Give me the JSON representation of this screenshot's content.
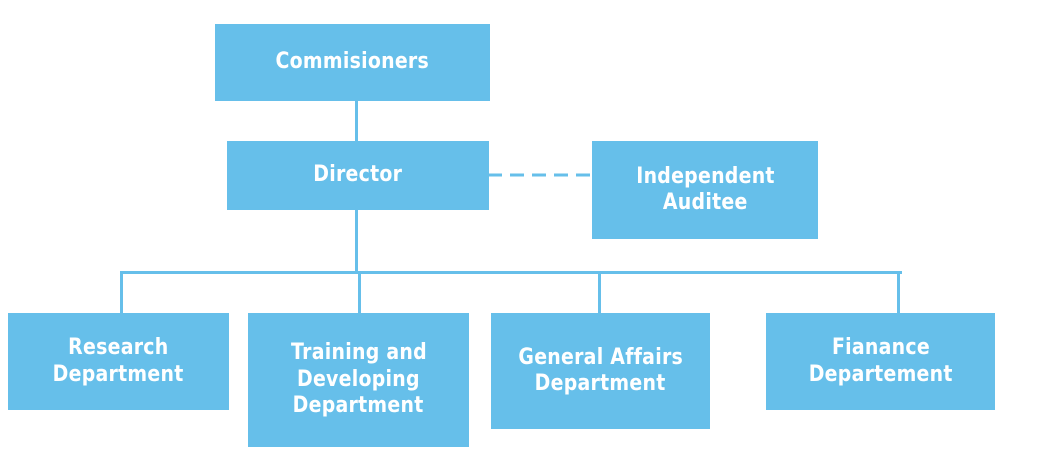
{
  "chart": {
    "commissioners": {
      "label": "Commisioners"
    },
    "director": {
      "label": "Director"
    },
    "auditee": {
      "lines": [
        "Independent",
        "Auditee"
      ]
    },
    "departments": [
      {
        "lines": [
          "Research",
          "Department"
        ]
      },
      {
        "lines": [
          "Training and",
          "Developing",
          "Department"
        ]
      },
      {
        "lines": [
          "General Affairs",
          "Department"
        ]
      },
      {
        "lines": [
          "Fianance",
          "Departement"
        ]
      }
    ]
  },
  "colors": {
    "box_fill": "#66bfea",
    "connector": "#66bfea",
    "text": "#ffffff"
  }
}
